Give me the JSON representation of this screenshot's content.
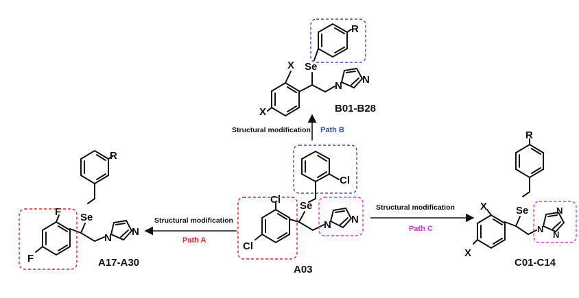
{
  "colors": {
    "red": "#e02020",
    "blue": "#2d4fb5",
    "magenta": "#e030d8",
    "black": "#111111"
  },
  "compounds": {
    "center": {
      "label": "A03"
    },
    "top": {
      "label": "B01-B28"
    },
    "left": {
      "label": "A17-A30"
    },
    "right": {
      "label": "C01-C14"
    }
  },
  "paths": {
    "a": {
      "modification": "Structural modification",
      "name": "Path A"
    },
    "b": {
      "modification": "Structural modification",
      "name": "Path B"
    },
    "c": {
      "modification": "Structural modification",
      "name": "Path C"
    }
  },
  "atoms": {
    "se": "Se",
    "n": "N",
    "cl": "Cl",
    "f": "F",
    "x": "X",
    "r": "R"
  }
}
